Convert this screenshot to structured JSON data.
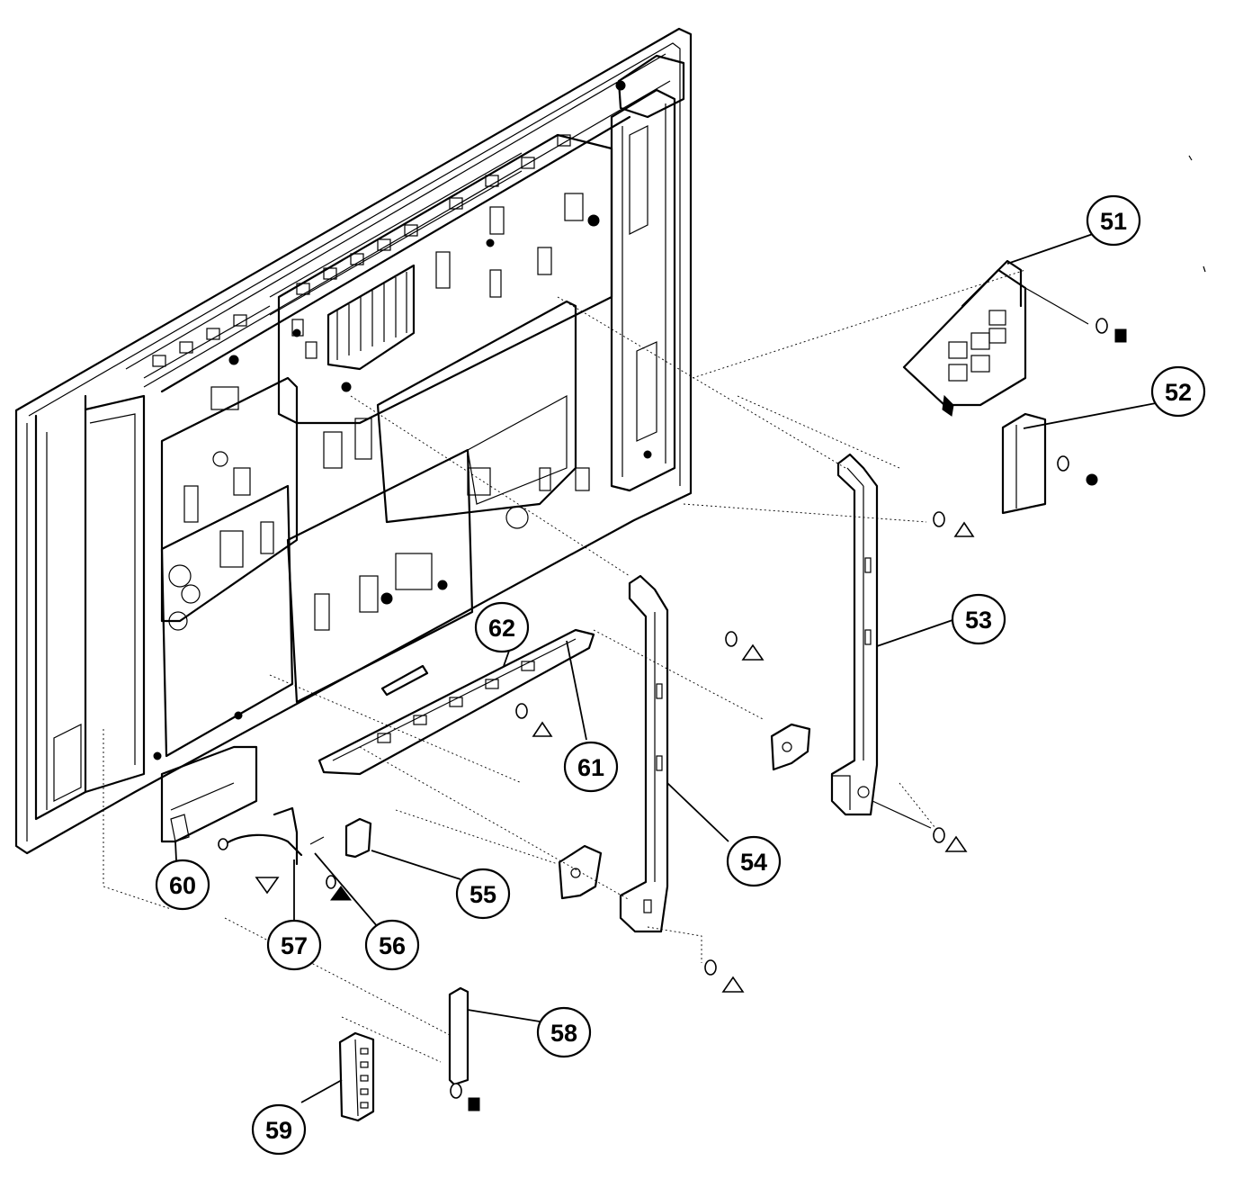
{
  "callouts": [
    {
      "id": "51",
      "label": "51"
    },
    {
      "id": "52",
      "label": "52"
    },
    {
      "id": "53",
      "label": "53"
    },
    {
      "id": "54",
      "label": "54"
    },
    {
      "id": "55",
      "label": "55"
    },
    {
      "id": "56",
      "label": "56"
    },
    {
      "id": "57",
      "label": "57"
    },
    {
      "id": "58",
      "label": "58"
    },
    {
      "id": "59",
      "label": "59"
    },
    {
      "id": "60",
      "label": "60"
    },
    {
      "id": "61",
      "label": "61"
    },
    {
      "id": "62",
      "label": "62"
    }
  ],
  "symbols": {
    "open_triangle": "open-triangle-icon",
    "filled_triangle": "filled-triangle-icon",
    "filled_square": "filled-square-icon",
    "filled_circle": "filled-circle-icon"
  }
}
